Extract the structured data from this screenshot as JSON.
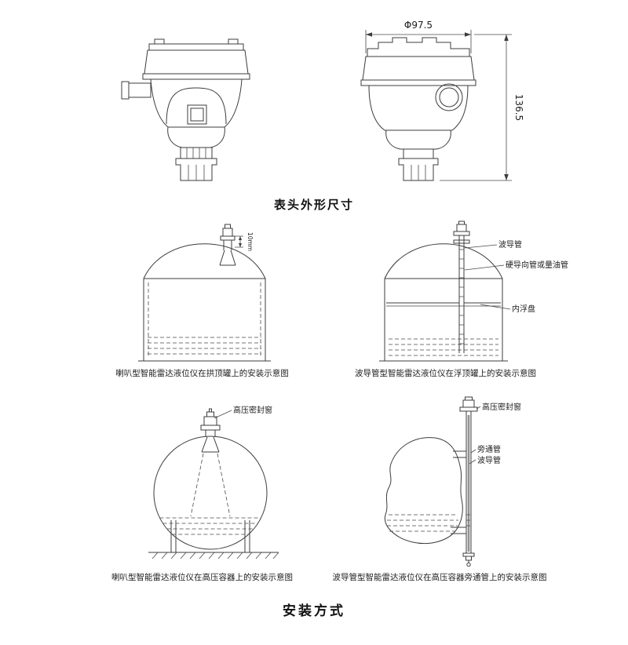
{
  "page": {
    "head_caption": "表头外形尺寸",
    "install_title": "安装方式"
  },
  "head": {
    "dim_diameter": "Φ97.5",
    "dim_height": "136.5"
  },
  "dome_tank": {
    "dim_nozzle": "10mm",
    "caption": "喇叭型智能雷达液位仪在拱顶罐上的安装示意图"
  },
  "float_tank": {
    "label_waveguide": "波导管",
    "label_guide": "硬导向管或量油管",
    "label_float": "内浮盘",
    "caption": "波导管型智能雷达液位仪在浮顶罐上的安装示意图"
  },
  "sphere": {
    "label_window": "高压密封窗",
    "caption": "喇叭型智能雷达液位仪在高压容器上的安装示意图"
  },
  "bypass": {
    "label_window": "高压密封窗",
    "label_bypass": "旁通管",
    "label_waveguide": "波导管",
    "caption": "波导管型智能雷达液位仪在高压容器旁通管上的安装示意图"
  }
}
